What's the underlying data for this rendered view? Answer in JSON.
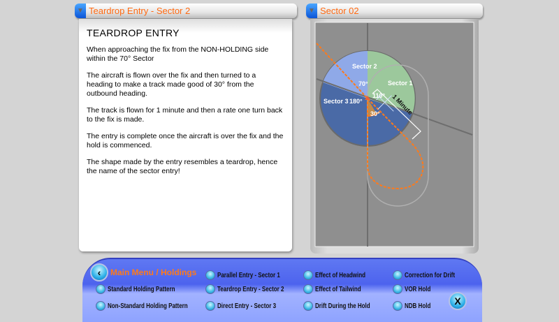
{
  "left_panel": {
    "title": "Teardrop Entry - Sector 2",
    "heading": "TEARDROP ENTRY",
    "paragraphs": [
      "When approaching the fix from the NON-HOLDING side\nwithin the 70° Sector",
      "The aircraft is flown over the fix and then turned to a heading to make a track made good of 30° from the outbound heading.",
      "The track is flown for 1 minute and then a rate one turn back to the fix is made.",
      "The entry is complete once the aircraft is over the fix and the hold is commenced.",
      "The shape made by the entry resembles a teardrop, hence the name of the sector entry!"
    ]
  },
  "right_panel": {
    "title": "Sector 02",
    "diagram": {
      "sector1": "Sector 1",
      "sector2": "Sector 2",
      "sector3": "Sector 3",
      "angle_70": "70°",
      "angle_110": "110°",
      "angle_180": "180°",
      "angle_30": "30°",
      "one_minute": "1 Minute"
    }
  },
  "nav": {
    "main_menu": "Main Menu / Holdings",
    "items": [
      "Standard Holding Pattern",
      "Non-Standard Holding Pattern",
      "Parallel Entry - Sector 1",
      "Teardrop Entry - Sector 2",
      "Direct Entry - Sector 3",
      "Effect of Headwind",
      "Effect of Tailwind",
      "Drift During the Hold",
      "Correction for Drift",
      "VOR Hold",
      "NDB Hold"
    ],
    "back": "‹",
    "close": "X"
  },
  "colors": {
    "title_orange": "#ff6a12",
    "sector1": "#9cc89c",
    "sector2": "#8fa9e8",
    "sector3": "#4a6aa6",
    "track": "#ff7a1a"
  }
}
